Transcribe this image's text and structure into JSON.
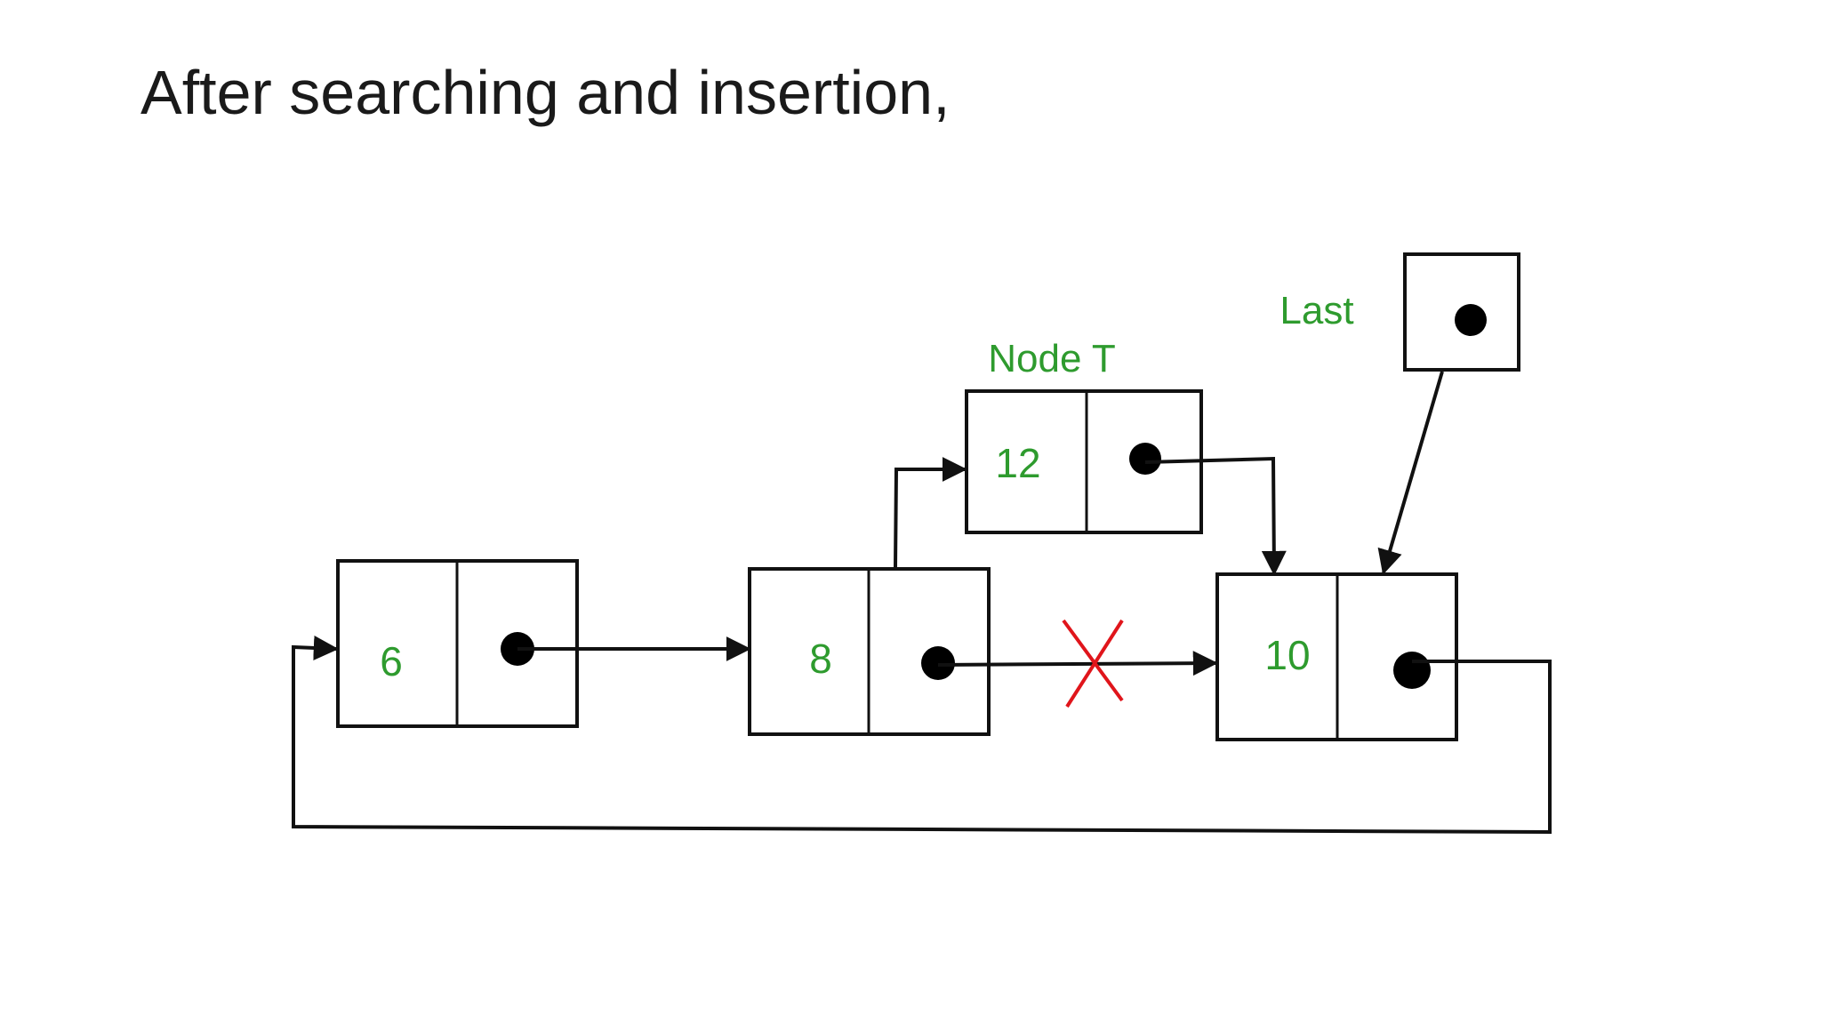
{
  "slide": {
    "title": "After searching and insertion,"
  },
  "diagram": {
    "nodes": [
      {
        "id": "node-6",
        "value": "6"
      },
      {
        "id": "node-8",
        "value": "8"
      },
      {
        "id": "node-12",
        "value": "12"
      },
      {
        "id": "node-10",
        "value": "10"
      }
    ],
    "labels": {
      "node_t": "Node T",
      "last": "Last"
    },
    "colors": {
      "value_text": "#2e9b2e",
      "label_text": "#2e9b2e",
      "outline": "#111111",
      "cross": "#e0151b"
    },
    "removed_link": {
      "from": "8",
      "to": "10"
    }
  }
}
